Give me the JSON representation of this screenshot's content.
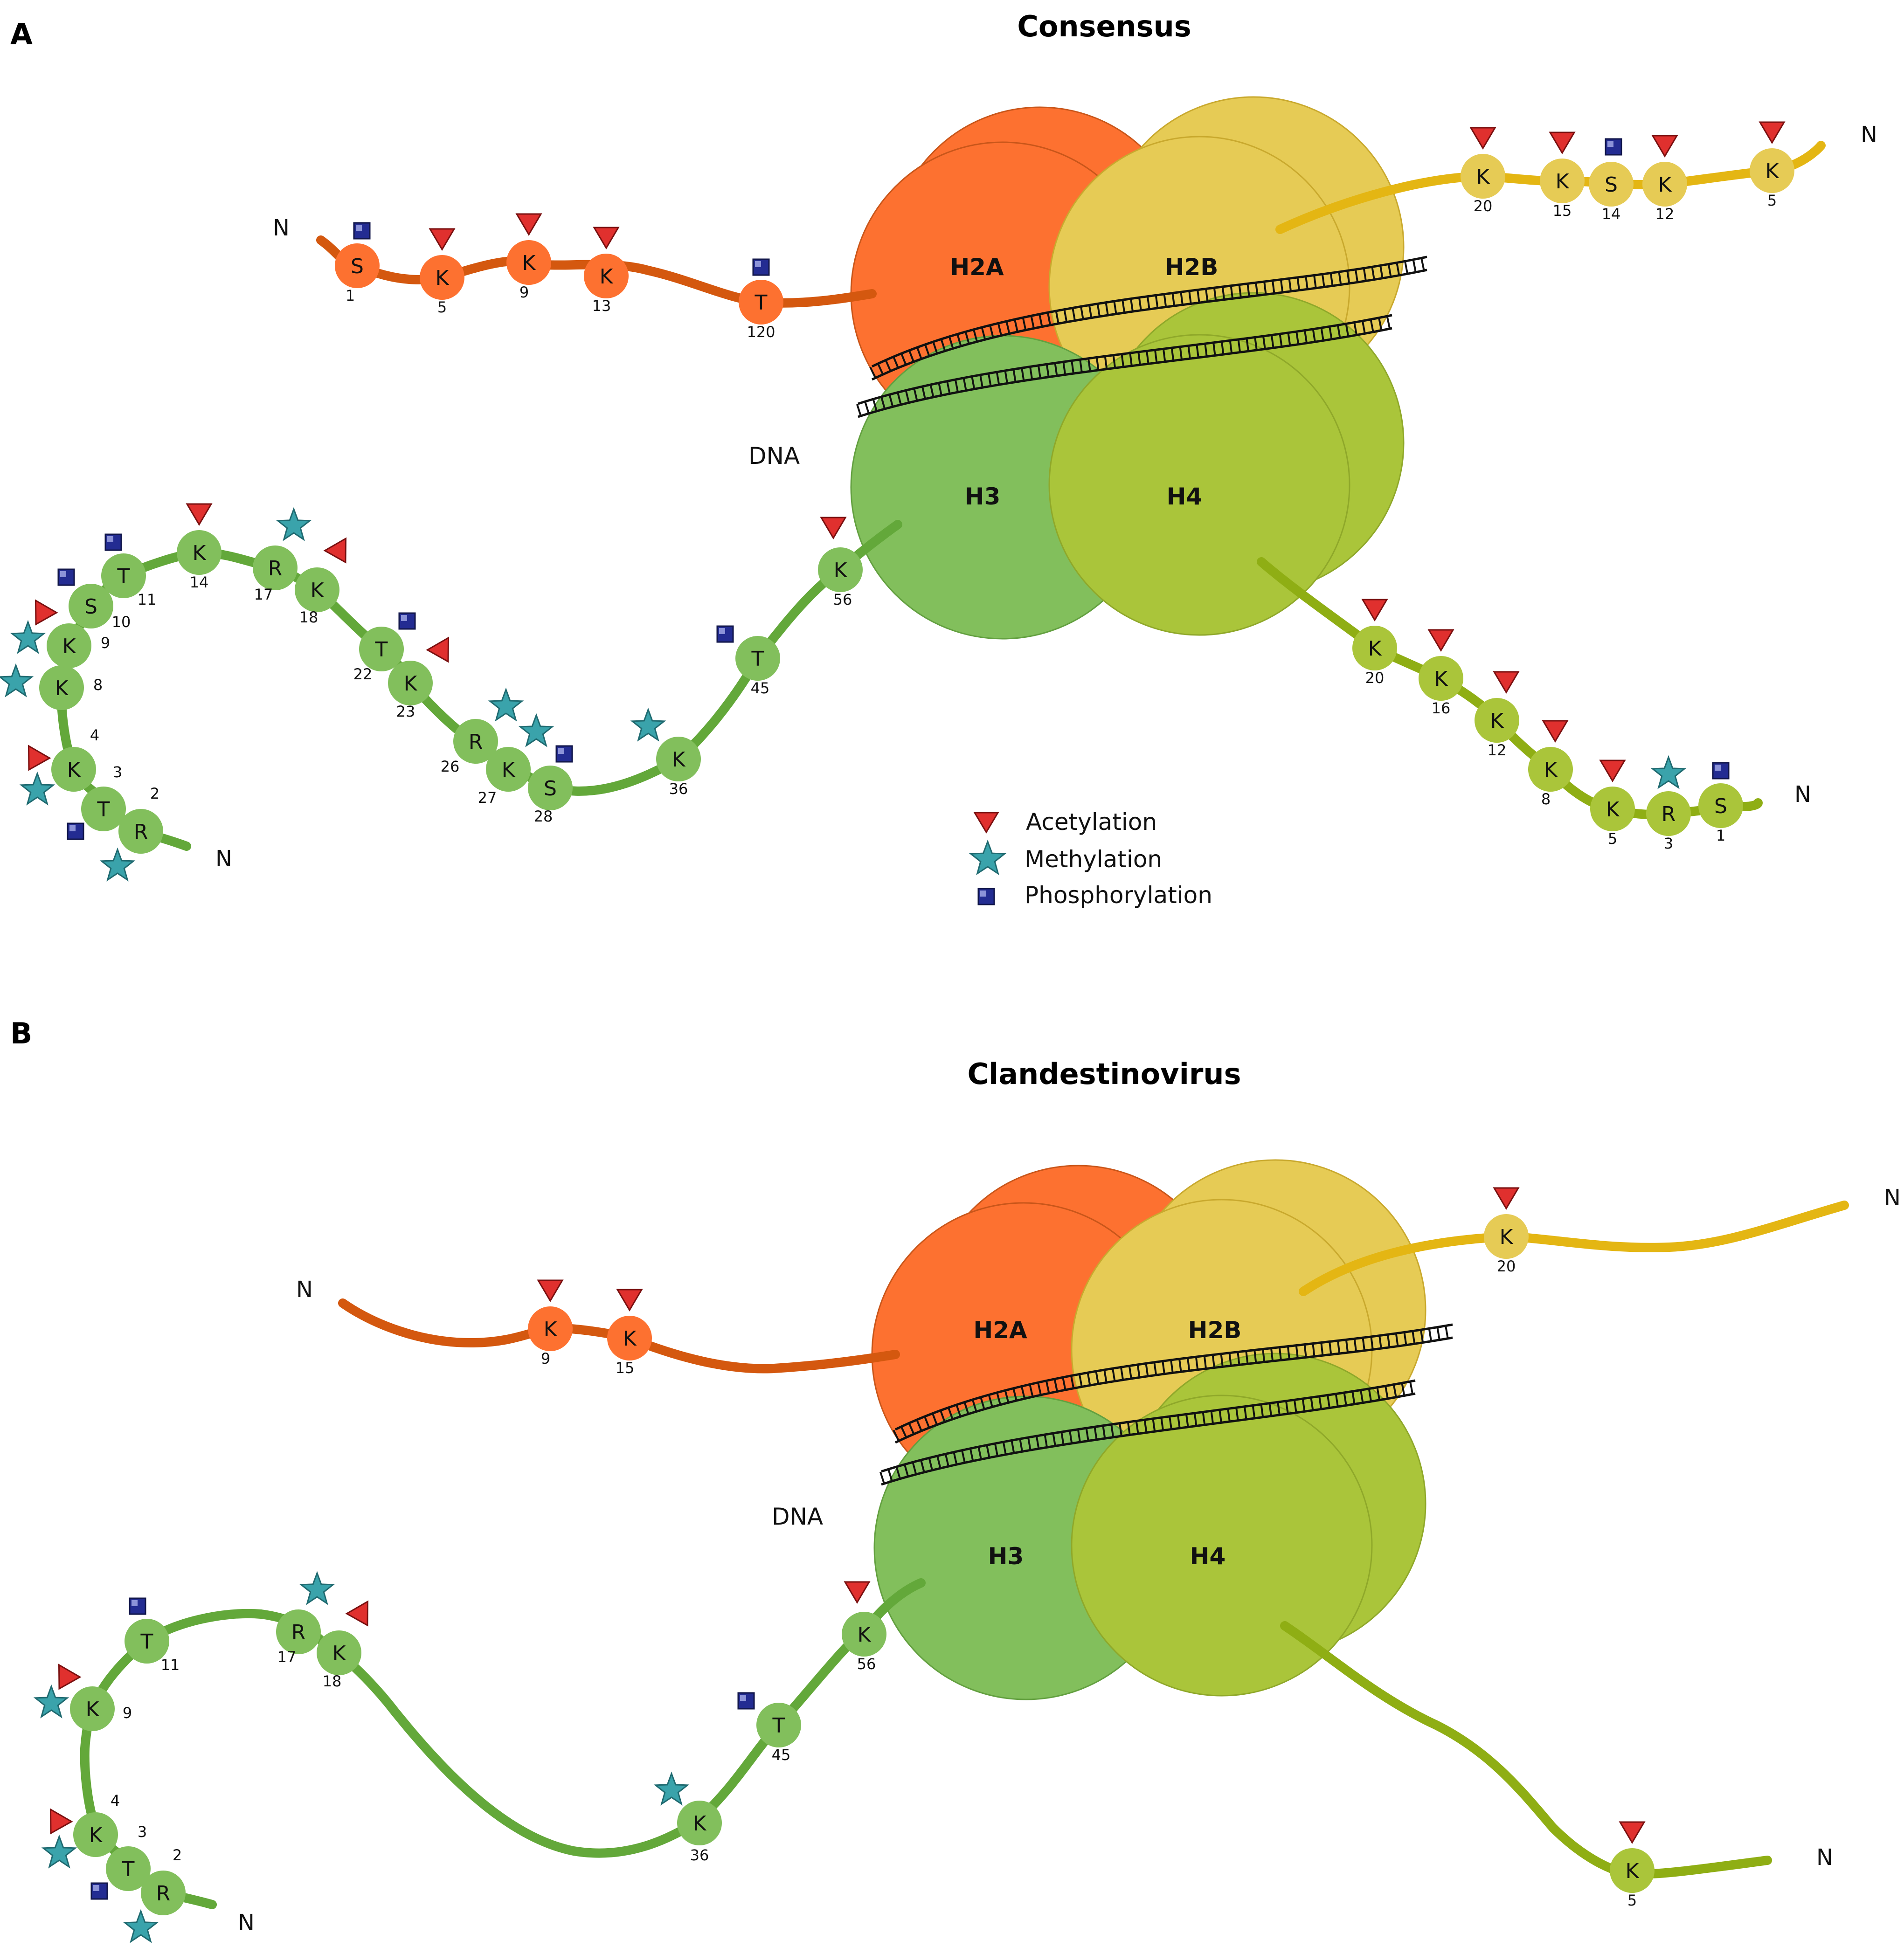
{
  "colors": {
    "h2a": "#fd7130",
    "h2b": "#e6cb55",
    "h3": "#82bf5c",
    "h4": "#aac53a",
    "tail_h2a": "#d4580f",
    "tail_h2b": "#e4b613",
    "tail_h3": "#63a83a",
    "tail_h4": "#8fae14",
    "acetylation": "#e0302e",
    "methylation": "#3aa3ab",
    "phosphorylation": "#232c92"
  },
  "labels": {
    "n_terminus": "N",
    "dna": "DNA"
  },
  "legend": [
    {
      "icon": "acetylation-triangle",
      "label": "Acetylation"
    },
    {
      "icon": "methylation-star",
      "label": "Methylation"
    },
    {
      "icon": "phosphorylation-square",
      "label": "Phosphorylation"
    }
  ],
  "panels": [
    {
      "letter": "A",
      "title": "Consensus",
      "histones": [
        "H2A",
        "H2B",
        "H3",
        "H4"
      ],
      "tails": {
        "H2A": [
          {
            "aa": "S",
            "pos": "1",
            "mods": [
              "phosphorylation"
            ]
          },
          {
            "aa": "K",
            "pos": "5",
            "mods": [
              "acetylation"
            ]
          },
          {
            "aa": "K",
            "pos": "9",
            "mods": [
              "acetylation"
            ]
          },
          {
            "aa": "K",
            "pos": "13",
            "mods": [
              "acetylation"
            ]
          },
          {
            "aa": "T",
            "pos": "120",
            "mods": [
              "phosphorylation"
            ]
          }
        ],
        "H2B": [
          {
            "aa": "K",
            "pos": "20",
            "mods": [
              "acetylation"
            ]
          },
          {
            "aa": "K",
            "pos": "15",
            "mods": [
              "acetylation"
            ]
          },
          {
            "aa": "S",
            "pos": "14",
            "mods": [
              "phosphorylation"
            ]
          },
          {
            "aa": "K",
            "pos": "12",
            "mods": [
              "acetylation"
            ]
          },
          {
            "aa": "K",
            "pos": "5",
            "mods": [
              "acetylation"
            ]
          }
        ],
        "H3": [
          {
            "aa": "R",
            "pos": "2",
            "mods": [
              "methylation"
            ]
          },
          {
            "aa": "T",
            "pos": "3",
            "mods": [
              "phosphorylation"
            ]
          },
          {
            "aa": "K",
            "pos": "4",
            "mods": [
              "acetylation",
              "methylation"
            ]
          },
          {
            "aa": "K",
            "pos": "8",
            "mods": [
              "methylation"
            ]
          },
          {
            "aa": "K",
            "pos": "9",
            "mods": [
              "acetylation",
              "methylation"
            ]
          },
          {
            "aa": "S",
            "pos": "10",
            "mods": [
              "phosphorylation"
            ]
          },
          {
            "aa": "T",
            "pos": "11",
            "mods": [
              "phosphorylation"
            ]
          },
          {
            "aa": "K",
            "pos": "14",
            "mods": [
              "acetylation"
            ]
          },
          {
            "aa": "R",
            "pos": "17",
            "mods": [
              "methylation"
            ]
          },
          {
            "aa": "K",
            "pos": "18",
            "mods": [
              "acetylation"
            ]
          },
          {
            "aa": "T",
            "pos": "22",
            "mods": [
              "phosphorylation"
            ]
          },
          {
            "aa": "K",
            "pos": "23",
            "mods": [
              "acetylation"
            ]
          },
          {
            "aa": "R",
            "pos": "26",
            "mods": [
              "methylation"
            ]
          },
          {
            "aa": "K",
            "pos": "27",
            "mods": [
              "methylation"
            ]
          },
          {
            "aa": "S",
            "pos": "28",
            "mods": [
              "phosphorylation"
            ]
          },
          {
            "aa": "K",
            "pos": "36",
            "mods": [
              "methylation"
            ]
          },
          {
            "aa": "T",
            "pos": "45",
            "mods": [
              "phosphorylation"
            ]
          },
          {
            "aa": "K",
            "pos": "56",
            "mods": [
              "acetylation"
            ]
          }
        ],
        "H4": [
          {
            "aa": "K",
            "pos": "20",
            "mods": [
              "acetylation"
            ]
          },
          {
            "aa": "K",
            "pos": "16",
            "mods": [
              "acetylation"
            ]
          },
          {
            "aa": "K",
            "pos": "12",
            "mods": [
              "acetylation"
            ]
          },
          {
            "aa": "K",
            "pos": "8",
            "mods": [
              "acetylation"
            ]
          },
          {
            "aa": "K",
            "pos": "5",
            "mods": [
              "acetylation"
            ]
          },
          {
            "aa": "R",
            "pos": "3",
            "mods": [
              "methylation"
            ]
          },
          {
            "aa": "S",
            "pos": "1",
            "mods": [
              "phosphorylation"
            ]
          }
        ]
      }
    },
    {
      "letter": "B",
      "title": "Clandestinovirus",
      "histones": [
        "H2A",
        "H2B",
        "H3",
        "H4"
      ],
      "tails": {
        "H2A": [
          {
            "aa": "K",
            "pos": "9",
            "mods": [
              "acetylation"
            ]
          },
          {
            "aa": "K",
            "pos": "15",
            "mods": [
              "acetylation"
            ]
          }
        ],
        "H2B": [
          {
            "aa": "K",
            "pos": "20",
            "mods": [
              "acetylation"
            ]
          }
        ],
        "H3": [
          {
            "aa": "R",
            "pos": "2",
            "mods": [
              "methylation"
            ]
          },
          {
            "aa": "T",
            "pos": "3",
            "mods": [
              "phosphorylation"
            ]
          },
          {
            "aa": "K",
            "pos": "4",
            "mods": [
              "acetylation",
              "methylation"
            ]
          },
          {
            "aa": "K",
            "pos": "9",
            "mods": [
              "acetylation",
              "methylation"
            ]
          },
          {
            "aa": "T",
            "pos": "11",
            "mods": [
              "phosphorylation"
            ]
          },
          {
            "aa": "R",
            "pos": "17",
            "mods": [
              "methylation"
            ]
          },
          {
            "aa": "K",
            "pos": "18",
            "mods": [
              "acetylation"
            ]
          },
          {
            "aa": "K",
            "pos": "36",
            "mods": [
              "methylation"
            ]
          },
          {
            "aa": "T",
            "pos": "45",
            "mods": [
              "phosphorylation"
            ]
          },
          {
            "aa": "K",
            "pos": "56",
            "mods": [
              "acetylation"
            ]
          }
        ],
        "H4": [
          {
            "aa": "K",
            "pos": "5",
            "mods": [
              "acetylation"
            ]
          }
        ]
      }
    }
  ]
}
